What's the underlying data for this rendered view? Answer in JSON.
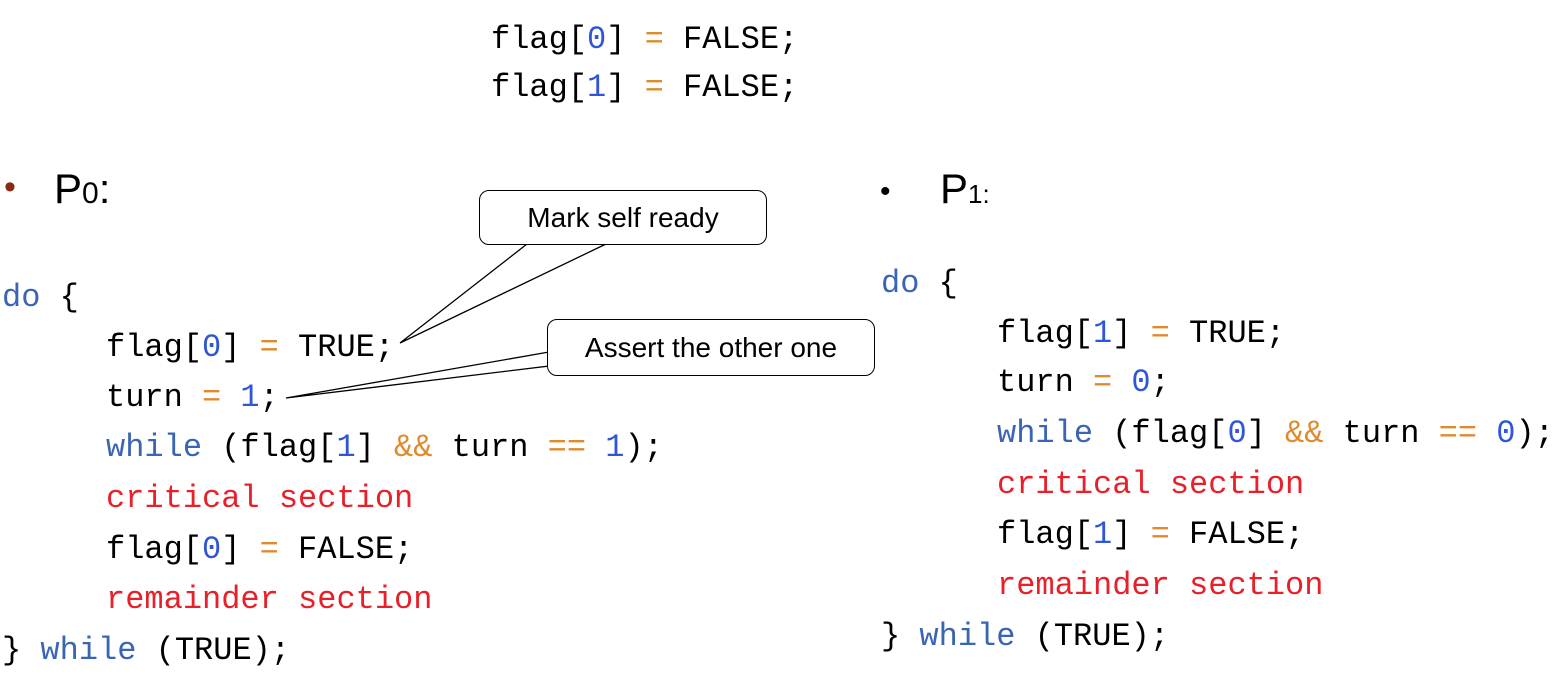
{
  "init": {
    "line1": {
      "a": "flag[",
      "n": "0",
      "b": "] ",
      "op": "=",
      "c": " FALSE;"
    },
    "line2": {
      "a": "flag[",
      "n": "1",
      "b": "] ",
      "op": "=",
      "c": " FALSE;"
    }
  },
  "p0": {
    "bullet": "•",
    "label": "P",
    "sub": "0",
    "colon": ":",
    "do_kw": "do",
    "brace_open": " {",
    "l1": {
      "a": "flag[",
      "n": "0",
      "b": "] ",
      "op": "=",
      "c": " TRUE;"
    },
    "l2": {
      "a": "turn ",
      "op": "=",
      "sp": " ",
      "n": "1",
      "c": ";"
    },
    "l3": {
      "kw": "while",
      "a": " (flag[",
      "n": "1",
      "b": "] ",
      "op": "&&",
      "c": " turn ",
      "op2": "==",
      "sp": " ",
      "n2": "1",
      "d": ");"
    },
    "critical": "critical section",
    "l5": {
      "a": "flag[",
      "n": "0",
      "b": "] ",
      "op": "=",
      "c": " FALSE;"
    },
    "remainder": "remainder section",
    "end": {
      "brace": "}",
      "kw": " while",
      "a": " (TRUE);"
    }
  },
  "p1": {
    "bullet": "•",
    "label": "P",
    "sub": "1:",
    "do_kw": "do",
    "brace_open": " {",
    "l1": {
      "a": "flag[",
      "n": "1",
      "b": "] ",
      "op": "=",
      "c": " TRUE;"
    },
    "l2": {
      "a": "turn ",
      "op": "=",
      "sp": " ",
      "n": "0",
      "c": ";"
    },
    "l3": {
      "kw": "while",
      "a": " (flag[",
      "n": "0",
      "b": "] ",
      "op": "&&",
      "c": " turn ",
      "op2": "==",
      "sp": " ",
      "n2": "0",
      "d": ");"
    },
    "critical": "critical section",
    "l5": {
      "a": "flag[",
      "n": "1",
      "b": "] ",
      "op": "=",
      "c": " FALSE;"
    },
    "remainder": "remainder section",
    "end": {
      "brace": "}",
      "kw": " while",
      "a": " (TRUE);"
    }
  },
  "callouts": {
    "mark": "Mark self ready",
    "assert": "Assert the other one"
  }
}
